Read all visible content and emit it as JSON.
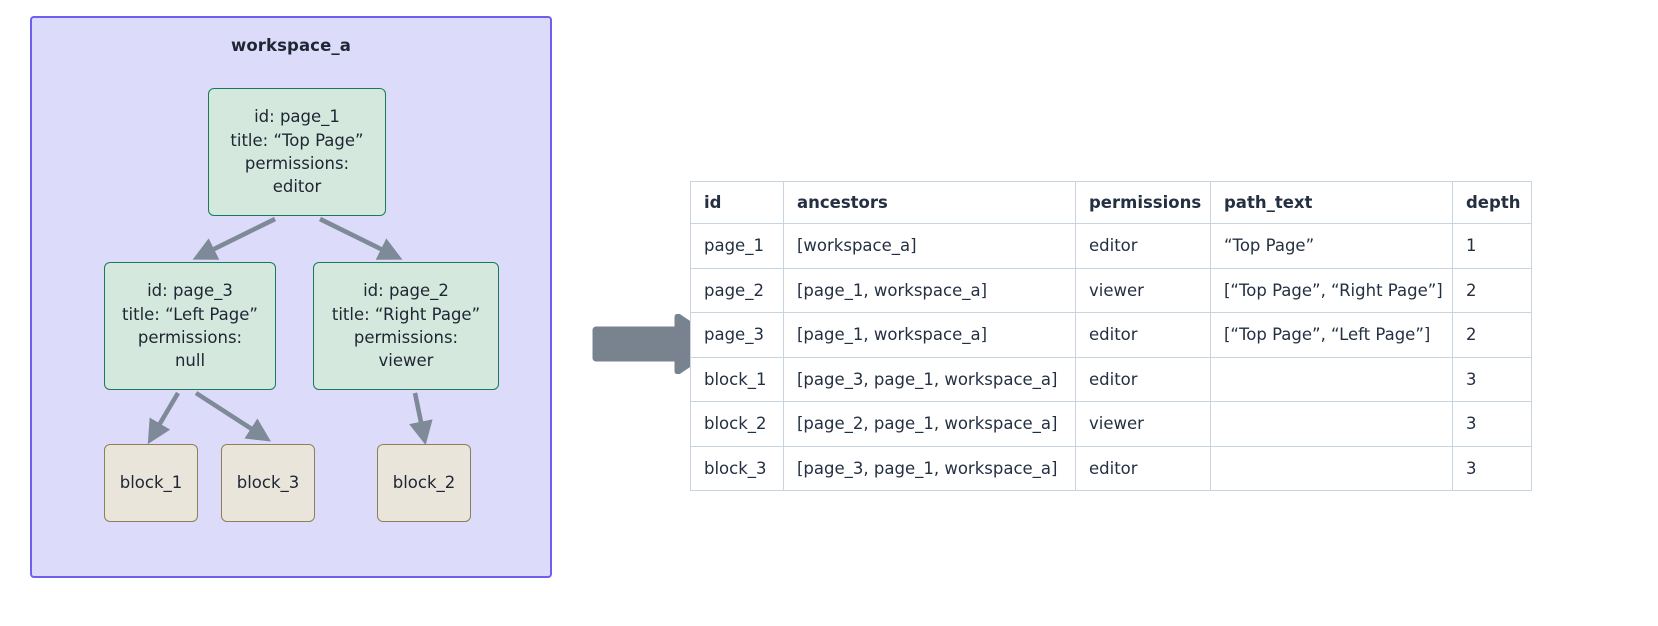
{
  "workspace": {
    "title": "workspace_a",
    "accent_border": "#6f5ff0",
    "accent_fill": "#dcdcfa",
    "page_node_fill": "#d4e8dd",
    "page_node_border": "#197a5b",
    "block_node_fill": "#e9e5da",
    "block_node_border": "#8d8059",
    "edge_color": "#7f8a99",
    "nodes": [
      {
        "key": "page_1",
        "type": "page",
        "lines": [
          "id: page_1",
          "title: “Top Page”",
          "permissions:",
          "editor"
        ]
      },
      {
        "key": "page_3",
        "type": "page",
        "lines": [
          "id: page_3",
          "title: “Left Page”",
          "permissions:",
          "null"
        ]
      },
      {
        "key": "page_2",
        "type": "page",
        "lines": [
          "id: page_2",
          "title: “Right Page”",
          "permissions:",
          "viewer"
        ]
      },
      {
        "key": "block_1",
        "type": "block",
        "lines": [
          "block_1"
        ]
      },
      {
        "key": "block_3",
        "type": "block",
        "lines": [
          "block_3"
        ]
      },
      {
        "key": "block_2",
        "type": "block",
        "lines": [
          "block_2"
        ]
      }
    ],
    "edges": [
      {
        "from": "page_1",
        "to": "page_3"
      },
      {
        "from": "page_1",
        "to": "page_2"
      },
      {
        "from": "page_3",
        "to": "block_1"
      },
      {
        "from": "page_3",
        "to": "block_3"
      },
      {
        "from": "page_2",
        "to": "block_2"
      }
    ]
  },
  "flow_arrow": {
    "direction": "right",
    "color": "#78838f"
  },
  "table": {
    "headers": [
      "id",
      "ancestors",
      "permissions",
      "path_text",
      "depth"
    ],
    "rows": [
      {
        "id": "page_1",
        "ancestors": "[workspace_a]",
        "permissions": "editor",
        "path_text": "“Top Page”",
        "depth": "1"
      },
      {
        "id": "page_2",
        "ancestors": "[page_1, workspace_a]",
        "permissions": "viewer",
        "path_text": "[“Top Page”, “Right Page”]",
        "depth": "2"
      },
      {
        "id": "page_3",
        "ancestors": "[page_1, workspace_a]",
        "permissions": "editor",
        "path_text": "[“Top Page”, “Left Page”]",
        "depth": "2"
      },
      {
        "id": "block_1",
        "ancestors": "[page_3, page_1, workspace_a]",
        "permissions": "editor",
        "path_text": "",
        "depth": "3"
      },
      {
        "id": "block_2",
        "ancestors": "[page_2, page_1, workspace_a]",
        "permissions": "viewer",
        "path_text": "",
        "depth": "3"
      },
      {
        "id": "block_3",
        "ancestors": "[page_3, page_1, workspace_a]",
        "permissions": "editor",
        "path_text": "",
        "depth": "3"
      }
    ]
  }
}
